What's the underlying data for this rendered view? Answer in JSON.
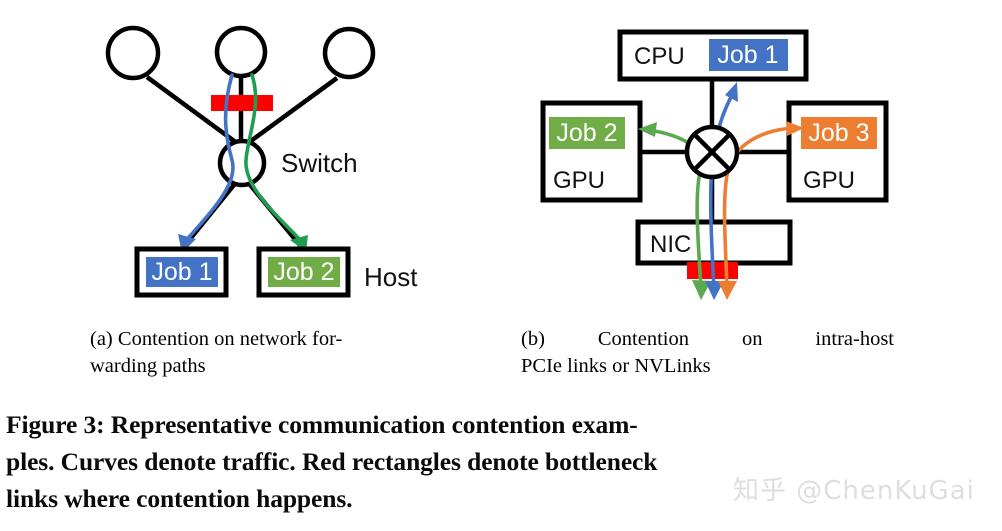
{
  "figure": {
    "caption_lines": [
      "Figure 3: Representative communication contention exam-",
      "ples. Curves denote traffic. Red rectangles denote bottleneck",
      "links where contention happens."
    ],
    "subfigures": [
      {
        "tag": "(a)",
        "caption_line1": "Contention on network for-",
        "caption_line2": "warding paths",
        "caption_full": "(a) Contention on network forwarding paths"
      },
      {
        "tag": "(b)",
        "caption_line1_words": [
          "Contention",
          "on",
          "intra-host"
        ],
        "caption_line2": "PCIe links or NVLinks",
        "caption_full": "(b) Contention on intra-host PCIe links or NVLinks"
      }
    ]
  },
  "diagram_a": {
    "switch_label": "Switch",
    "host_label": "Host",
    "top_nodes": [
      "node-left",
      "node-middle",
      "node-right"
    ],
    "jobs": [
      {
        "name": "Job 1",
        "color": "#4472c4"
      },
      {
        "name": "Job 2",
        "color": "#70ad47"
      }
    ],
    "bottleneck_color": "#fe0000",
    "flows": [
      {
        "job": "Job 1",
        "color": "#4472c4",
        "from": "node-middle",
        "to": "Job 1"
      },
      {
        "job": "Job 2",
        "color": "#1f9e52",
        "from": "node-middle",
        "to": "Job 2"
      }
    ]
  },
  "diagram_b": {
    "cpu_label": "CPU",
    "gpu_left_label": "GPU",
    "gpu_right_label": "GPU",
    "nic_label": "NIC",
    "jobs": [
      {
        "name": "Job 1",
        "color": "#4472c4",
        "host": "CPU"
      },
      {
        "name": "Job 2",
        "color": "#70ad47",
        "host": "GPU"
      },
      {
        "name": "Job 3",
        "color": "#ed7d31",
        "host": "GPU"
      }
    ],
    "bottleneck_color": "#fe0000",
    "switch_node": "pcie-switch",
    "flows": [
      {
        "job": "Job 1",
        "color": "#4472c4",
        "from": "NIC",
        "to": "CPU"
      },
      {
        "job": "Job 2",
        "color": "#5aa84f",
        "from": "GPU-left",
        "to": "NIC"
      },
      {
        "job": "Job 3",
        "color": "#ed7d31",
        "from": "NIC",
        "to": "GPU-right"
      }
    ]
  },
  "watermark": {
    "text": "知乎 @ChenKuGai"
  }
}
